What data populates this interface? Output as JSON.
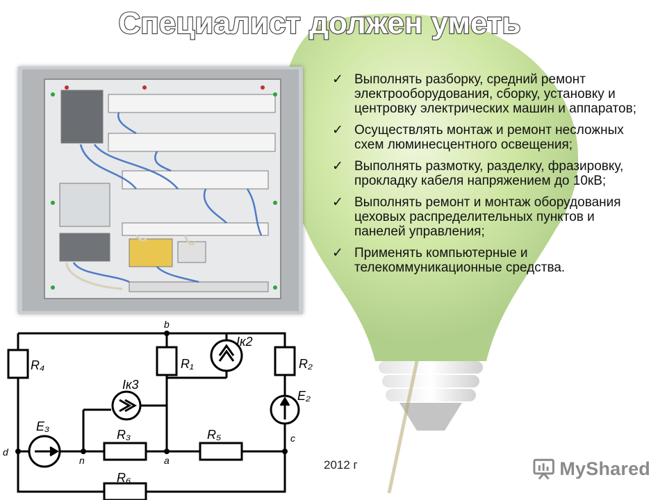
{
  "title": "Специалист должен уметь",
  "bullets": [
    "Выполнять разборку, средний ремонт электрооборудования, сборку, установку и центровку электрических машин и аппаратов;",
    "Осуществлять монтаж и ремонт несложных схем люминесцентного освещения;",
    "Выполнять размотку, разделку, фразировку, прокладку кабеля напряжением до 10кВ;",
    "Выполнять ремонт и монтаж оборудования цеховых распределительных пунктов и панелей управления;",
    "Применять компьютерные и телекоммуникационные средства."
  ],
  "check_icon": "✓",
  "footer": {
    "year": "2012 г"
  },
  "logo": {
    "text": "MyShared",
    "icon": "presentation-icon"
  },
  "schematic_labels": {
    "R4": "R₄",
    "R1": "R₁",
    "R2": "R₂",
    "R3": "R₃",
    "R5": "R₅",
    "R6": "R₆",
    "IK2": "Iк2",
    "IK3": "Iк3",
    "E3": "E₃",
    "E2": "E₂",
    "b": "b",
    "a": "a",
    "n": "n",
    "c": "c",
    "d": "d"
  },
  "colors": {
    "bulb_green": "#8cc63f",
    "title_stroke": "#3a3a3a",
    "logo_gray": "#8a8a8a"
  }
}
